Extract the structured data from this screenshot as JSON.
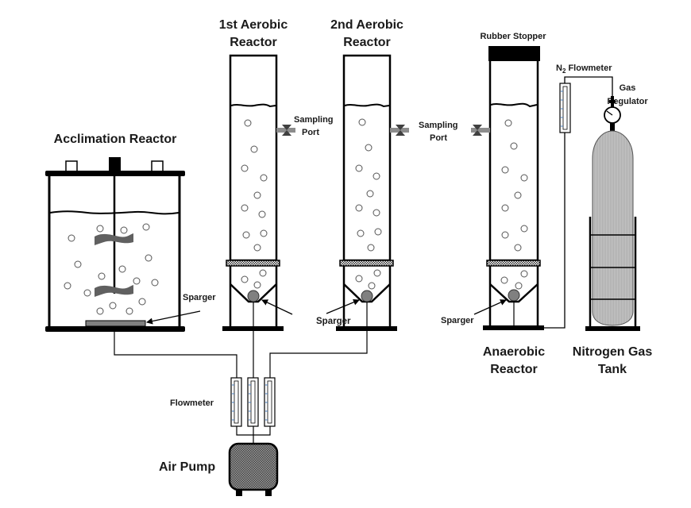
{
  "title": "Experimental setup: acclimation, aerobic and anaerobic reactors",
  "labels": {
    "acclimation_reactor": "Acclimation Reactor",
    "aerobic1_line1": "1st Aerobic",
    "aerobic1_line2": "Reactor",
    "aerobic2_line1": "2nd Aerobic",
    "aerobic2_line2": "Reactor",
    "anaerobic_line1": "Anaerobic",
    "anaerobic_line2": "Reactor",
    "nitrogen_line1": "Nitrogen Gas",
    "nitrogen_line2": "Tank",
    "rubber_stopper": "Rubber Stopper",
    "n2_flowmeter_prefix": "N",
    "n2_flowmeter_sub": "2",
    "n2_flowmeter_suffix": " Flowmeter",
    "gas_regulator_line1": "Gas",
    "gas_regulator_line2": "Regulator",
    "sampling_port_line1": "Sampling",
    "sampling_port_line2": "Port",
    "sparger": "Sparger",
    "flowmeter": "Flowmeter",
    "air_pump": "Air Pump"
  },
  "colors": {
    "line": "#000000",
    "sparger_fill": "#808080",
    "valve_bar": "#8c8c8c",
    "valve_bowtie": "#404040",
    "tank_fill": "#bdbdbd",
    "pump_fill": "#7a7a7a",
    "flowmeter_tick": "#4a7fc0",
    "bubble_stroke": "#555555"
  }
}
